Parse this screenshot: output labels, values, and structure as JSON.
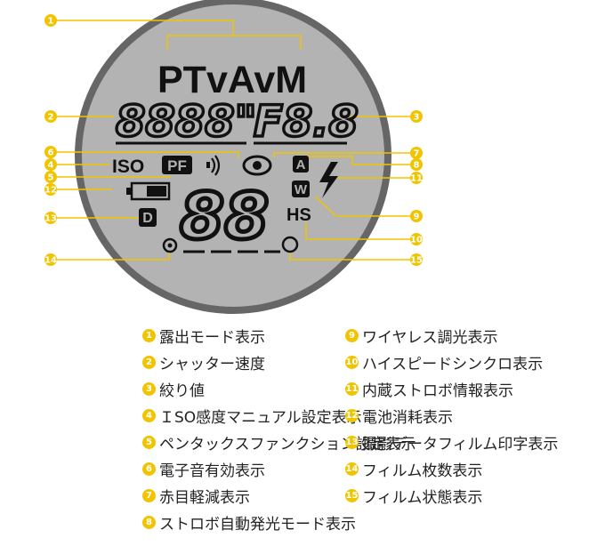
{
  "lcd": {
    "modes": "PTvAvM",
    "shutter": "8888\"",
    "aperture": "F8.8",
    "iso": "ISO",
    "pf": "PF",
    "auto_flash": "A",
    "wireless": "W",
    "hs": "HS",
    "imprint": "D",
    "counter": "88"
  },
  "callouts": [
    "1",
    "2",
    "3",
    "4",
    "5",
    "6",
    "7",
    "8",
    "9",
    "10",
    "11",
    "12",
    "13",
    "14",
    "15"
  ],
  "legend": [
    {
      "num": "1",
      "text": "露出モード表示"
    },
    {
      "num": "2",
      "text": "シャッター速度"
    },
    {
      "num": "3",
      "text": "絞り値"
    },
    {
      "num": "4",
      "text": "ＩSO感度マニュアル設定表示"
    },
    {
      "num": "5",
      "text": "ペンタックスファンクション設定表示"
    },
    {
      "num": "6",
      "text": "電子音有効表示"
    },
    {
      "num": "7",
      "text": "赤目軽減表示"
    },
    {
      "num": "8",
      "text": "ストロボ自動発光モード表示"
    },
    {
      "num": "9",
      "text": "ワイヤレス調光表示"
    },
    {
      "num": "10",
      "text": "ハイスピードシンクロ表示"
    },
    {
      "num": "11",
      "text": "内蔵ストロボ情報表示"
    },
    {
      "num": "12",
      "text": "電池消耗表示"
    },
    {
      "num": "13",
      "text": "撮影データフィルム印字表示"
    },
    {
      "num": "14",
      "text": "フィルム枚数表示"
    },
    {
      "num": "15",
      "text": "フィルム状態表示"
    }
  ],
  "colors": {
    "bezel": "#666666",
    "lcd_face": "#b3b3b3",
    "callout": "#f0c400",
    "ink": "#111111"
  }
}
